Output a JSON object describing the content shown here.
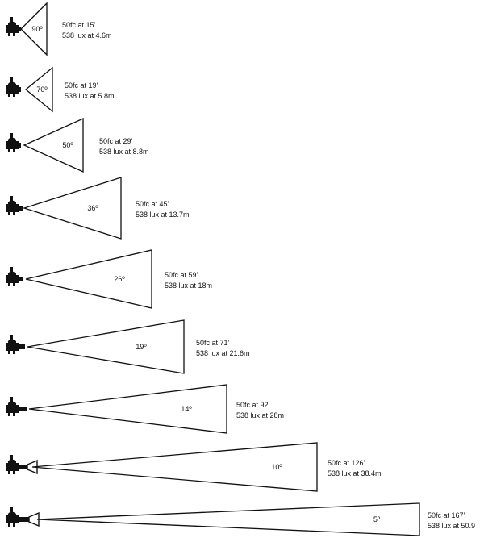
{
  "beams": [
    {
      "angle": "90º",
      "fc_label": "50fc at 15’",
      "lux_label": "538 lux at 4.6m"
    },
    {
      "angle": "70º",
      "fc_label": "50fc at 19’",
      "lux_label": "538 lux at 5.8m"
    },
    {
      "angle": "50º",
      "fc_label": "50fc at 29’",
      "lux_label": "538 lux at 8.8m"
    },
    {
      "angle": "36º",
      "fc_label": "50fc at 45’",
      "lux_label": "538 lux at 13.7m"
    },
    {
      "angle": "26º",
      "fc_label": "50fc at 59’",
      "lux_label": "538 lux at 18m"
    },
    {
      "angle": "19º",
      "fc_label": "50fc at 71’",
      "lux_label": "538 lux at 21.6m"
    },
    {
      "angle": "14º",
      "fc_label": "50fc at 92’",
      "lux_label": "538 lux at 28m"
    },
    {
      "angle": "10º",
      "fc_label": "50fc at 126’",
      "lux_label": "538 lux at 38.4m"
    },
    {
      "angle": "5º",
      "fc_label": "50fc at 167’",
      "lux_label": "538 lux at 50.9"
    }
  ]
}
